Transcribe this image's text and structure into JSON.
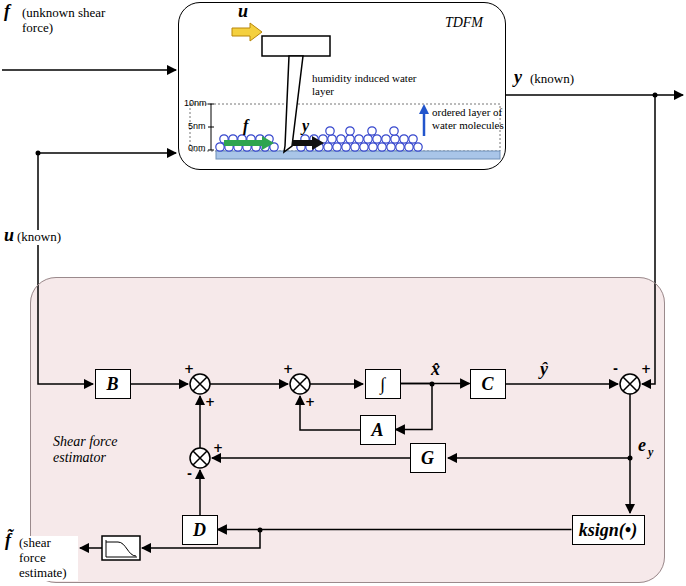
{
  "diagram": {
    "nodes": [
      {
        "text": [
          "TDFM"
        ]
      },
      {
        "text": [
          "Shear force estimator"
        ]
      },
      {
        "text": [
          "B"
        ],
        "in": 1
      },
      {
        "text": [
          "∫"
        ],
        "in": 1
      },
      {
        "text": [
          "C"
        ],
        "in": 1
      },
      {
        "text": [
          "A"
        ],
        "in": 1
      },
      {
        "text": [
          "G"
        ],
        "in": 1
      },
      {
        "text": [
          "ksign(•)"
        ],
        "in": 1
      },
      {
        "text": [
          "D"
        ],
        "in": 1
      }
    ],
    "edges": [
      {
        "from": 3,
        "to": 4,
        "arrow": "to",
        "label": "x̂"
      },
      {
        "from": 3,
        "to": 5,
        "arrow": "to"
      },
      {
        "from": 7,
        "to": 8,
        "arrow": "to"
      }
    ],
    "labels": [
      "f",
      "(unknown shear force)",
      "u",
      "humidity induced water layer",
      "10nm",
      "5nm",
      "0nm",
      "f",
      "y",
      "ordered layer of water molecules",
      "y",
      "(known)",
      "u",
      "(known)",
      "ŷ",
      "e",
      "y",
      "f̃",
      "(shear force estimate)",
      "+",
      "+",
      "+",
      "+",
      "-",
      "+",
      "+",
      "-"
    ]
  }
}
